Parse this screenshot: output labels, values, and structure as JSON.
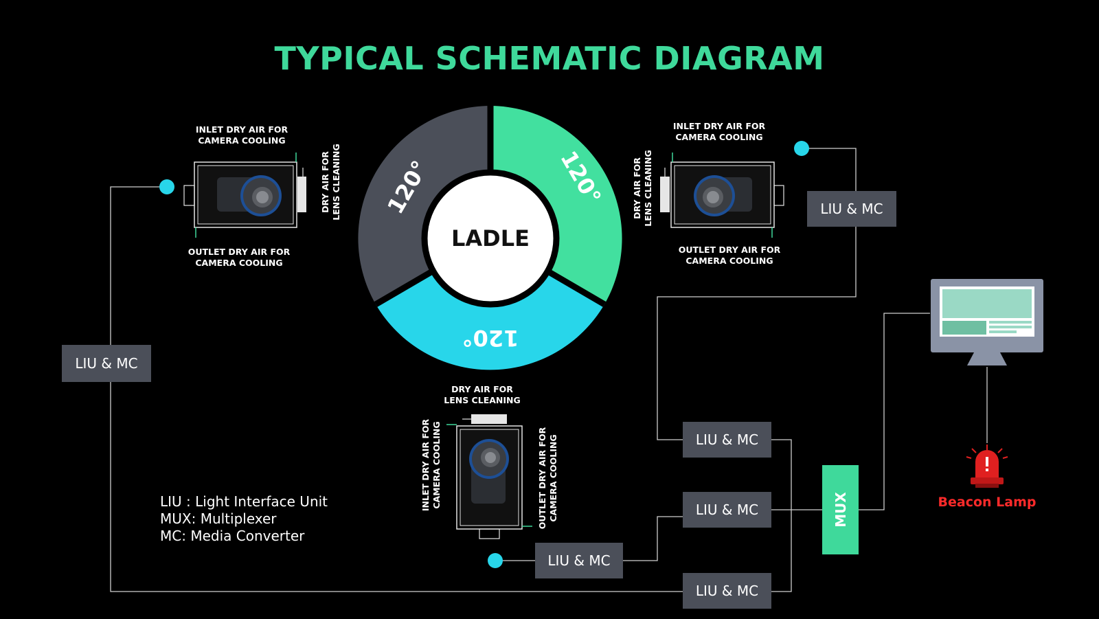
{
  "title": "TYPICAL SCHEMATIC DIAGRAM",
  "ladle": {
    "center_label": "LADLE",
    "segments": [
      {
        "label": "120°",
        "color": "#42e09f"
      },
      {
        "label": "120°",
        "color": "#28d6ea"
      },
      {
        "label": "120°",
        "color": "#4b4f59"
      }
    ]
  },
  "cameras": {
    "left": {
      "inlet": [
        "INLET DRY AIR FOR",
        "CAMERA COOLING"
      ],
      "outlet": [
        "OUTLET DRY AIR FOR",
        "CAMERA COOLING"
      ],
      "lens": [
        "DRY AIR FOR",
        "LENS CLEANING"
      ]
    },
    "right": {
      "inlet": [
        "INLET DRY AIR FOR",
        "CAMERA COOLING"
      ],
      "outlet": [
        "OUTLET DRY AIR FOR",
        "CAMERA COOLING"
      ],
      "lens": [
        "DRY AIR FOR",
        "LENS CLEANING"
      ]
    },
    "bottom": {
      "inlet": [
        "INLET DRY AIR FOR",
        "CAMERA COOLING"
      ],
      "outlet": [
        "OUTLET DRY AIR FOR",
        "CAMERA COOLING"
      ],
      "lens": [
        "DRY AIR FOR",
        "LENS CLEANING"
      ]
    }
  },
  "units": {
    "liu_mc_label": "LIU & MC",
    "mux_label": "MUX"
  },
  "legend": [
    "LIU : Light Interface Unit",
    "MUX: Multiplexer",
    "MC: Media Converter"
  ],
  "beacon_lamp": "Beacon Lamp",
  "colors": {
    "accent_green": "#3fd99b",
    "accent_cyan": "#28d6ea",
    "box_gray": "#4b4f59",
    "lamp_red": "#ff2a2a"
  }
}
